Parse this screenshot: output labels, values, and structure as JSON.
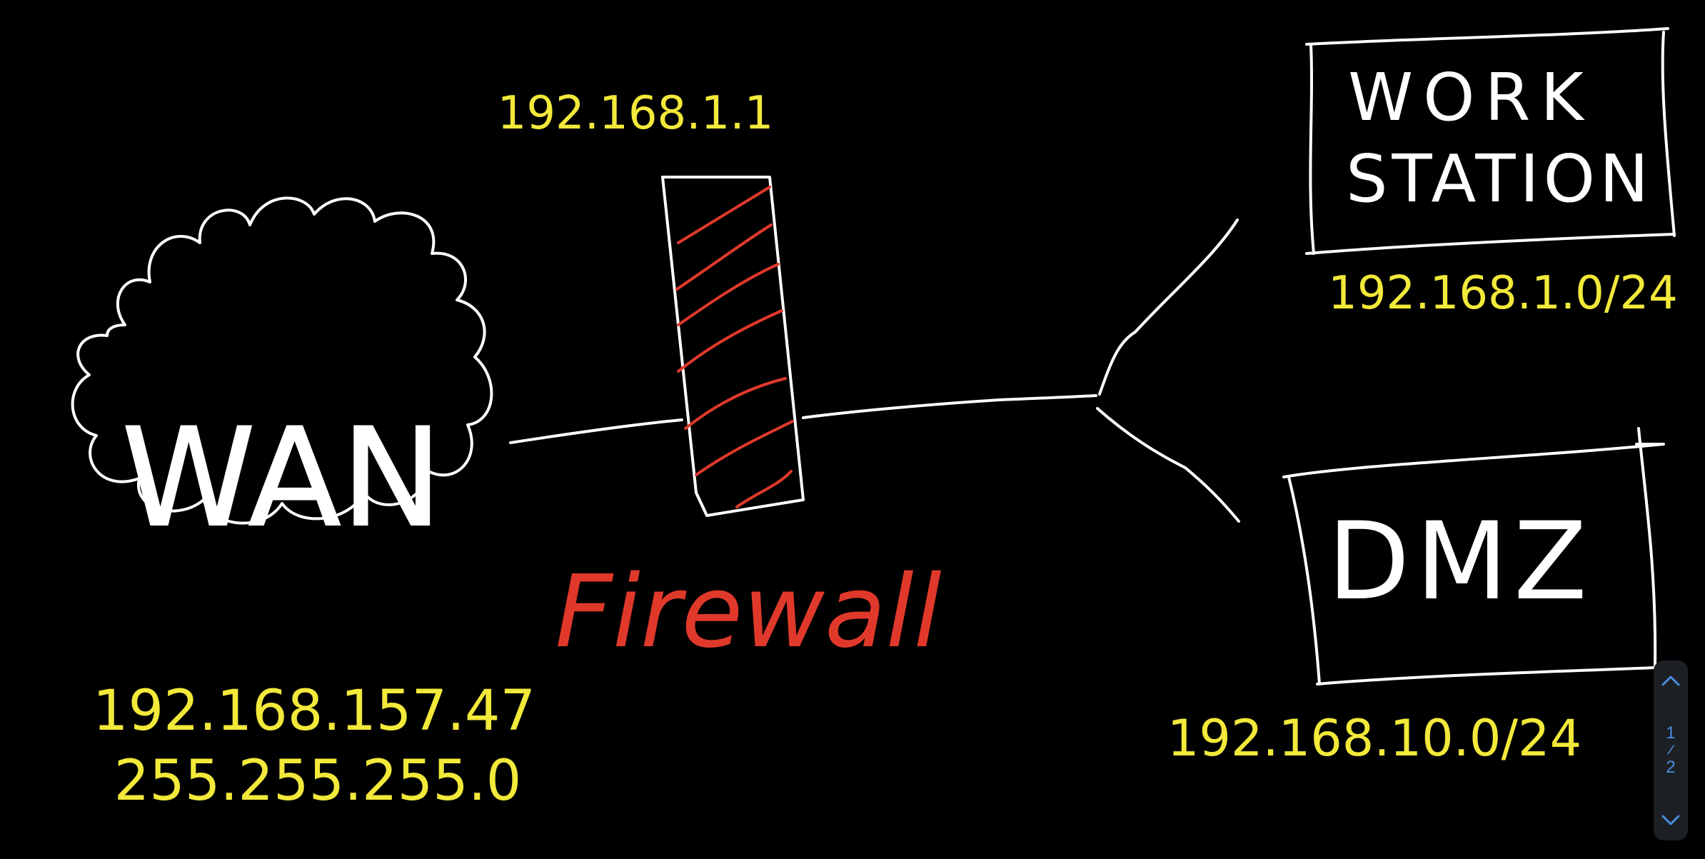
{
  "diagram": {
    "wan_label": "WAN",
    "wan_ip": "192.168.157.47",
    "wan_mask": "255.255.255.0",
    "firewall_ip": "192.168.1.1",
    "firewall_label": "Firewall",
    "workstation_label_line1": "WORK",
    "workstation_label_line2": "STATION",
    "workstation_subnet": "192.168.1.0/24",
    "dmz_label": "DMZ",
    "dmz_subnet": "192.168.10.0/24"
  },
  "colors": {
    "background": "#000000",
    "stroke": "#ffffff",
    "ip_text": "#f2e93a",
    "firewall_accent": "#e0392b",
    "pager_text": "#4a8fe0"
  },
  "pager": {
    "current": "1",
    "separator": "/",
    "total": "2",
    "up_icon": "chevron-up-icon",
    "down_icon": "chevron-down-icon"
  }
}
